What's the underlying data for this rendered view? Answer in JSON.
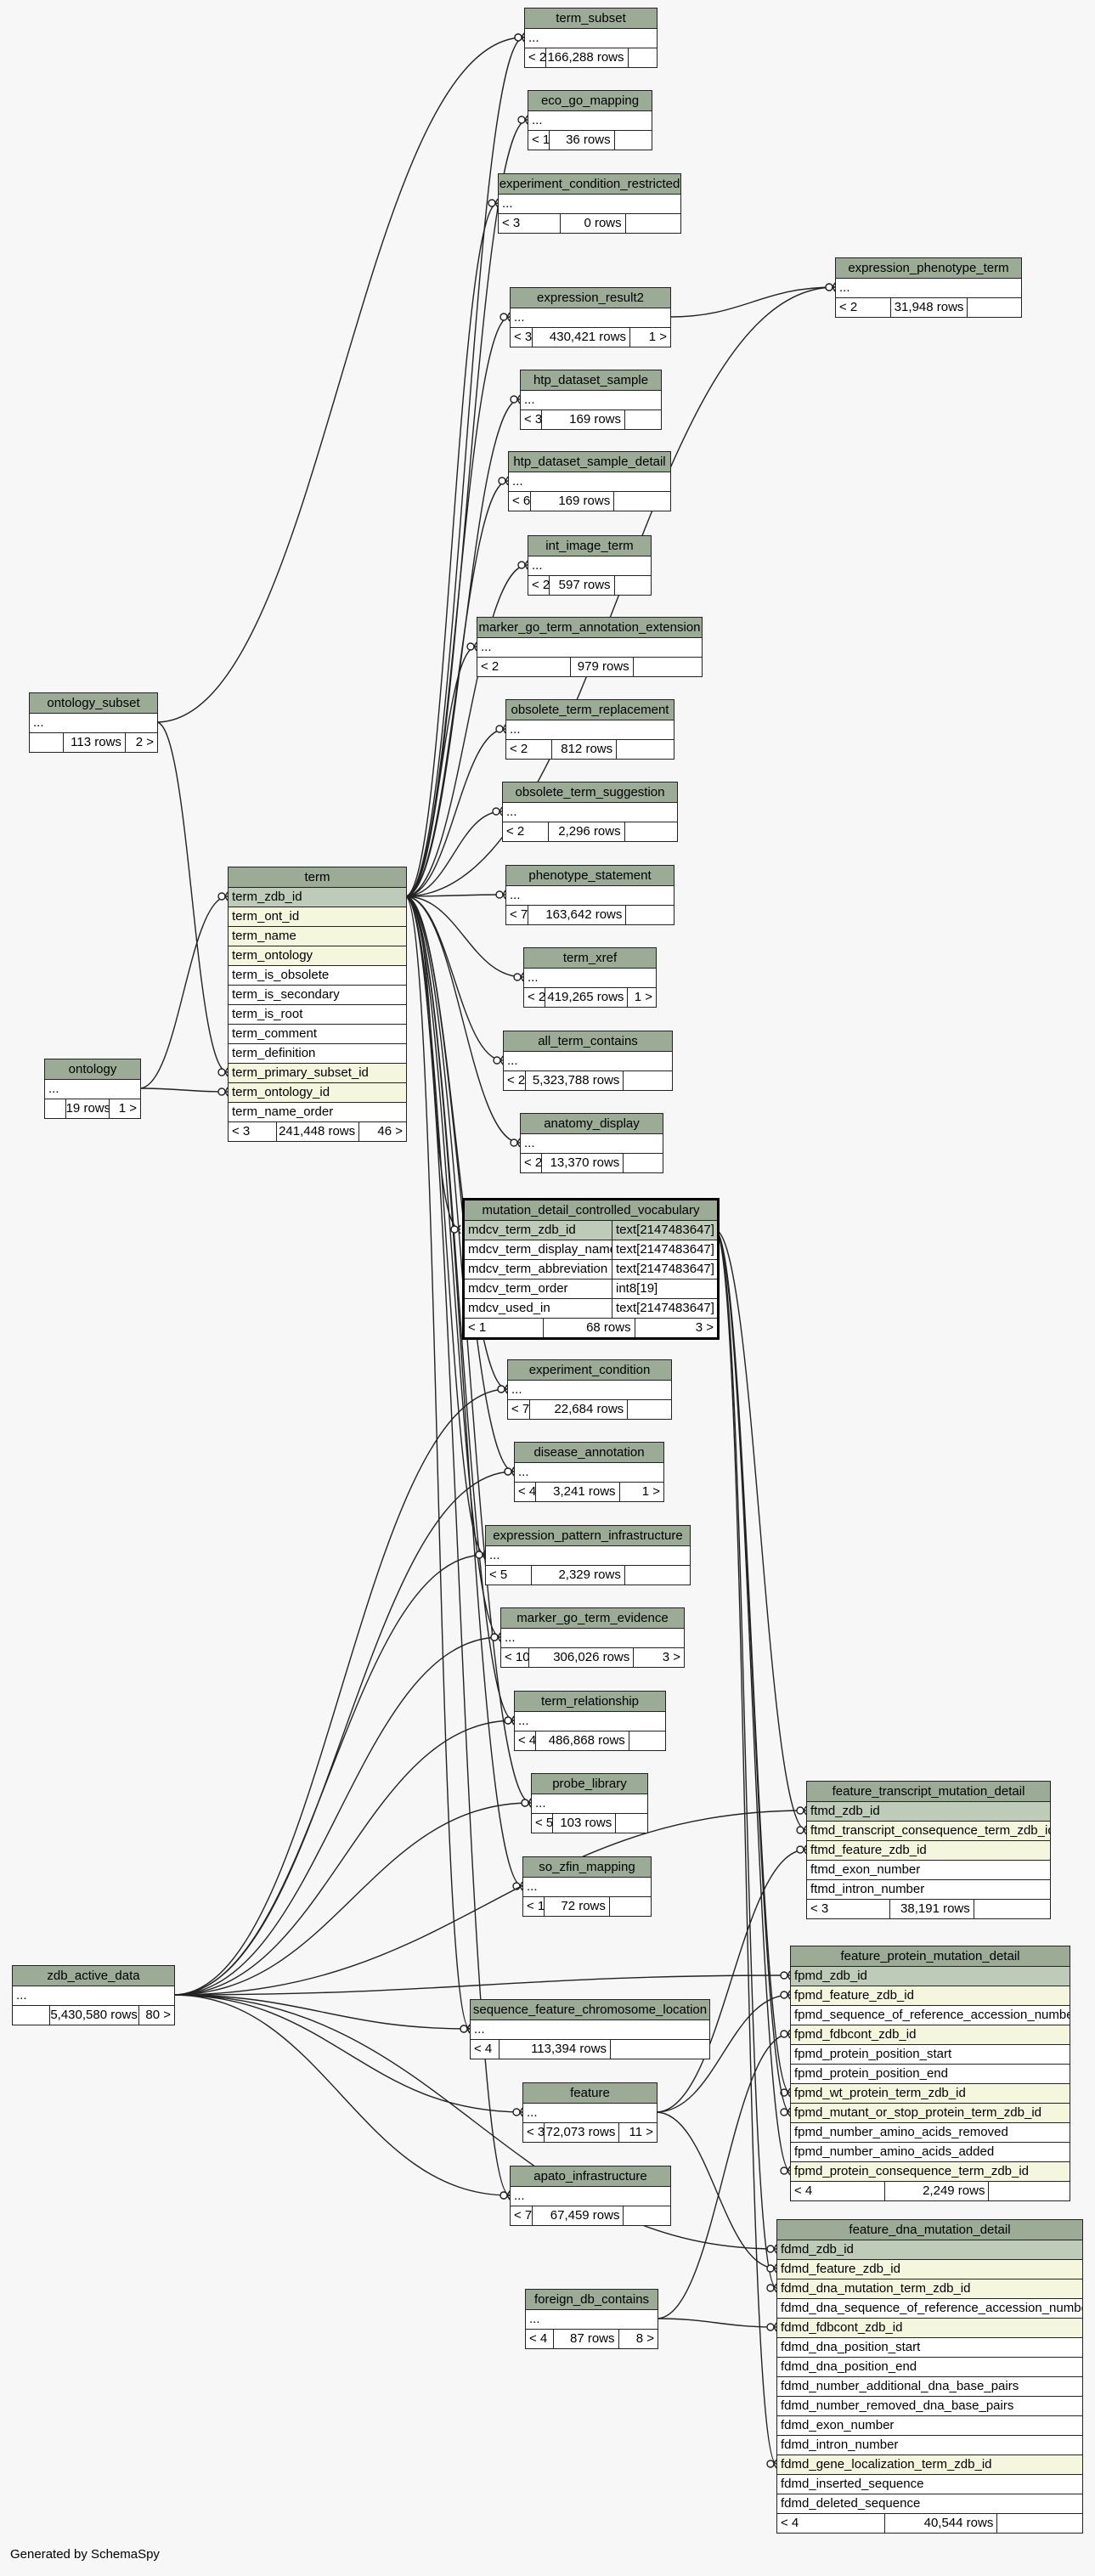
{
  "footer": "Generated by SchemaSpy",
  "colors": {
    "header": "#9bab96",
    "key_row": "#bfcbb9",
    "fk_row": "#f4f7de",
    "line": "#222222"
  },
  "tables": [
    {
      "id": "term_subset",
      "title": "term_subset",
      "rows": [
        {
          "name": "..."
        }
      ],
      "footer": [
        "< 2",
        "166,288 rows",
        ""
      ]
    },
    {
      "id": "eco_go_mapping",
      "title": "eco_go_mapping",
      "rows": [
        {
          "name": "..."
        }
      ],
      "footer": [
        "< 1",
        "36 rows",
        ""
      ]
    },
    {
      "id": "experiment_condition_restricted",
      "title": "experiment_condition_restricted",
      "rows": [
        {
          "name": "..."
        }
      ],
      "footer": [
        "< 3",
        "0 rows",
        ""
      ]
    },
    {
      "id": "expression_phenotype_term",
      "title": "expression_phenotype_term",
      "rows": [
        {
          "name": "..."
        }
      ],
      "footer": [
        "< 2",
        "31,948 rows",
        ""
      ]
    },
    {
      "id": "expression_result2",
      "title": "expression_result2",
      "rows": [
        {
          "name": "..."
        }
      ],
      "footer": [
        "< 3",
        "430,421 rows",
        "1 >"
      ]
    },
    {
      "id": "htp_dataset_sample",
      "title": "htp_dataset_sample",
      "rows": [
        {
          "name": "..."
        }
      ],
      "footer": [
        "< 3",
        "169 rows",
        ""
      ]
    },
    {
      "id": "htp_dataset_sample_detail",
      "title": "htp_dataset_sample_detail",
      "rows": [
        {
          "name": "..."
        }
      ],
      "footer": [
        "< 6",
        "169 rows",
        ""
      ]
    },
    {
      "id": "int_image_term",
      "title": "int_image_term",
      "rows": [
        {
          "name": "..."
        }
      ],
      "footer": [
        "< 2",
        "597 rows",
        ""
      ]
    },
    {
      "id": "marker_go_term_annotation_extension",
      "title": "marker_go_term_annotation_extension",
      "rows": [
        {
          "name": "..."
        }
      ],
      "footer": [
        "< 2",
        "979 rows",
        ""
      ]
    },
    {
      "id": "obsolete_term_replacement",
      "title": "obsolete_term_replacement",
      "rows": [
        {
          "name": "..."
        }
      ],
      "footer": [
        "< 2",
        "812 rows",
        ""
      ]
    },
    {
      "id": "obsolete_term_suggestion",
      "title": "obsolete_term_suggestion",
      "rows": [
        {
          "name": "..."
        }
      ],
      "footer": [
        "< 2",
        "2,296 rows",
        ""
      ]
    },
    {
      "id": "phenotype_statement",
      "title": "phenotype_statement",
      "rows": [
        {
          "name": "..."
        }
      ],
      "footer": [
        "< 7",
        "163,642 rows",
        ""
      ]
    },
    {
      "id": "term_xref",
      "title": "term_xref",
      "rows": [
        {
          "name": "..."
        }
      ],
      "footer": [
        "< 2",
        "419,265 rows",
        "1 >"
      ]
    },
    {
      "id": "all_term_contains",
      "title": "all_term_contains",
      "rows": [
        {
          "name": "..."
        }
      ],
      "footer": [
        "< 2",
        "5,323,788 rows",
        ""
      ]
    },
    {
      "id": "anatomy_display",
      "title": "anatomy_display",
      "rows": [
        {
          "name": "..."
        }
      ],
      "footer": [
        "< 2",
        "13,370 rows",
        ""
      ]
    },
    {
      "id": "ontology_subset",
      "title": "ontology_subset",
      "rows": [
        {
          "name": "..."
        }
      ],
      "footer": [
        "",
        "113 rows",
        "2 >"
      ]
    },
    {
      "id": "term",
      "title": "term",
      "rows": [
        {
          "name": "term_zdb_id",
          "kind": "key"
        },
        {
          "name": "term_ont_id",
          "kind": "fk"
        },
        {
          "name": "term_name",
          "kind": "fk"
        },
        {
          "name": "term_ontology",
          "kind": "fk"
        },
        {
          "name": "term_is_obsolete"
        },
        {
          "name": "term_is_secondary"
        },
        {
          "name": "term_is_root"
        },
        {
          "name": "term_comment"
        },
        {
          "name": "term_definition"
        },
        {
          "name": "term_primary_subset_id",
          "kind": "fk"
        },
        {
          "name": "term_ontology_id",
          "kind": "fk"
        },
        {
          "name": "term_name_order"
        }
      ],
      "footer": [
        "< 3",
        "241,448 rows",
        "46 >"
      ]
    },
    {
      "id": "ontology",
      "title": "ontology",
      "rows": [
        {
          "name": "..."
        }
      ],
      "footer": [
        "",
        "19 rows",
        "1 >"
      ]
    },
    {
      "id": "mutation_detail_controlled_vocabulary",
      "title": "mutation_detail_controlled_vocabulary",
      "focus": true,
      "rows": [
        {
          "name": "mdcv_term_zdb_id",
          "type": "text[2147483647]",
          "kind": "key"
        },
        {
          "name": "mdcv_term_display_name",
          "type": "text[2147483647]"
        },
        {
          "name": "mdcv_term_abbreviation",
          "type": "text[2147483647]"
        },
        {
          "name": "mdcv_term_order",
          "type": "int8[19]"
        },
        {
          "name": "mdcv_used_in",
          "type": "text[2147483647]"
        }
      ],
      "footer": [
        "< 1",
        "68 rows",
        "3 >"
      ]
    },
    {
      "id": "experiment_condition",
      "title": "experiment_condition",
      "rows": [
        {
          "name": "..."
        }
      ],
      "footer": [
        "< 7",
        "22,684 rows",
        ""
      ]
    },
    {
      "id": "disease_annotation",
      "title": "disease_annotation",
      "rows": [
        {
          "name": "..."
        }
      ],
      "footer": [
        "< 4",
        "3,241 rows",
        "1 >"
      ]
    },
    {
      "id": "expression_pattern_infrastructure",
      "title": "expression_pattern_infrastructure",
      "rows": [
        {
          "name": "..."
        }
      ],
      "footer": [
        "< 5",
        "2,329 rows",
        ""
      ]
    },
    {
      "id": "marker_go_term_evidence",
      "title": "marker_go_term_evidence",
      "rows": [
        {
          "name": "..."
        }
      ],
      "footer": [
        "< 10",
        "306,026 rows",
        "3 >"
      ]
    },
    {
      "id": "term_relationship",
      "title": "term_relationship",
      "rows": [
        {
          "name": "..."
        }
      ],
      "footer": [
        "< 4",
        "486,868 rows",
        ""
      ]
    },
    {
      "id": "probe_library",
      "title": "probe_library",
      "rows": [
        {
          "name": "..."
        }
      ],
      "footer": [
        "< 5",
        "103 rows",
        ""
      ]
    },
    {
      "id": "so_zfin_mapping",
      "title": "so_zfin_mapping",
      "rows": [
        {
          "name": "..."
        }
      ],
      "footer": [
        "< 1",
        "72 rows",
        ""
      ]
    },
    {
      "id": "feature_transcript_mutation_detail",
      "title": "feature_transcript_mutation_detail",
      "rows": [
        {
          "name": "ftmd_zdb_id",
          "kind": "key"
        },
        {
          "name": "ftmd_transcript_consequence_term_zdb_id",
          "kind": "fk"
        },
        {
          "name": "ftmd_feature_zdb_id",
          "kind": "fk"
        },
        {
          "name": "ftmd_exon_number"
        },
        {
          "name": "ftmd_intron_number"
        }
      ],
      "footer": [
        "< 3",
        "38,191 rows",
        ""
      ]
    },
    {
      "id": "zdb_active_data",
      "title": "zdb_active_data",
      "rows": [
        {
          "name": "..."
        }
      ],
      "footer": [
        "",
        "5,430,580 rows",
        "80 >"
      ]
    },
    {
      "id": "feature_protein_mutation_detail",
      "title": "feature_protein_mutation_detail",
      "rows": [
        {
          "name": "fpmd_zdb_id",
          "kind": "key"
        },
        {
          "name": "fpmd_feature_zdb_id",
          "kind": "fk"
        },
        {
          "name": "fpmd_sequence_of_reference_accession_number"
        },
        {
          "name": "fpmd_fdbcont_zdb_id",
          "kind": "fk"
        },
        {
          "name": "fpmd_protein_position_start"
        },
        {
          "name": "fpmd_protein_position_end"
        },
        {
          "name": "fpmd_wt_protein_term_zdb_id",
          "kind": "fk"
        },
        {
          "name": "fpmd_mutant_or_stop_protein_term_zdb_id",
          "kind": "fk"
        },
        {
          "name": "fpmd_number_amino_acids_removed"
        },
        {
          "name": "fpmd_number_amino_acids_added"
        },
        {
          "name": "fpmd_protein_consequence_term_zdb_id",
          "kind": "fk"
        }
      ],
      "footer": [
        "< 4",
        "2,249 rows",
        ""
      ]
    },
    {
      "id": "sequence_feature_chromosome_location",
      "title": "sequence_feature_chromosome_location",
      "rows": [
        {
          "name": "..."
        }
      ],
      "footer": [
        "< 4",
        "113,394 rows",
        ""
      ]
    },
    {
      "id": "feature",
      "title": "feature",
      "rows": [
        {
          "name": "..."
        }
      ],
      "footer": [
        "< 3",
        "72,073 rows",
        "11 >"
      ]
    },
    {
      "id": "apato_infrastructure",
      "title": "apato_infrastructure",
      "rows": [
        {
          "name": "..."
        }
      ],
      "footer": [
        "< 7",
        "67,459 rows",
        ""
      ]
    },
    {
      "id": "feature_dna_mutation_detail",
      "title": "feature_dna_mutation_detail",
      "rows": [
        {
          "name": "fdmd_zdb_id",
          "kind": "key"
        },
        {
          "name": "fdmd_feature_zdb_id",
          "kind": "fk"
        },
        {
          "name": "fdmd_dna_mutation_term_zdb_id",
          "kind": "fk"
        },
        {
          "name": "fdmd_dna_sequence_of_reference_accession_number"
        },
        {
          "name": "fdmd_fdbcont_zdb_id",
          "kind": "fk"
        },
        {
          "name": "fdmd_dna_position_start"
        },
        {
          "name": "fdmd_dna_position_end"
        },
        {
          "name": "fdmd_number_additional_dna_base_pairs"
        },
        {
          "name": "fdmd_number_removed_dna_base_pairs"
        },
        {
          "name": "fdmd_exon_number"
        },
        {
          "name": "fdmd_intron_number"
        },
        {
          "name": "fdmd_gene_localization_term_zdb_id",
          "kind": "fk"
        },
        {
          "name": "fdmd_inserted_sequence"
        },
        {
          "name": "fdmd_deleted_sequence"
        }
      ],
      "footer": [
        "< 4",
        "40,544 rows",
        ""
      ]
    },
    {
      "id": "foreign_db_contains",
      "title": "foreign_db_contains",
      "rows": [
        {
          "name": "..."
        }
      ],
      "footer": [
        "< 4",
        "87 rows",
        "8 >"
      ]
    }
  ]
}
